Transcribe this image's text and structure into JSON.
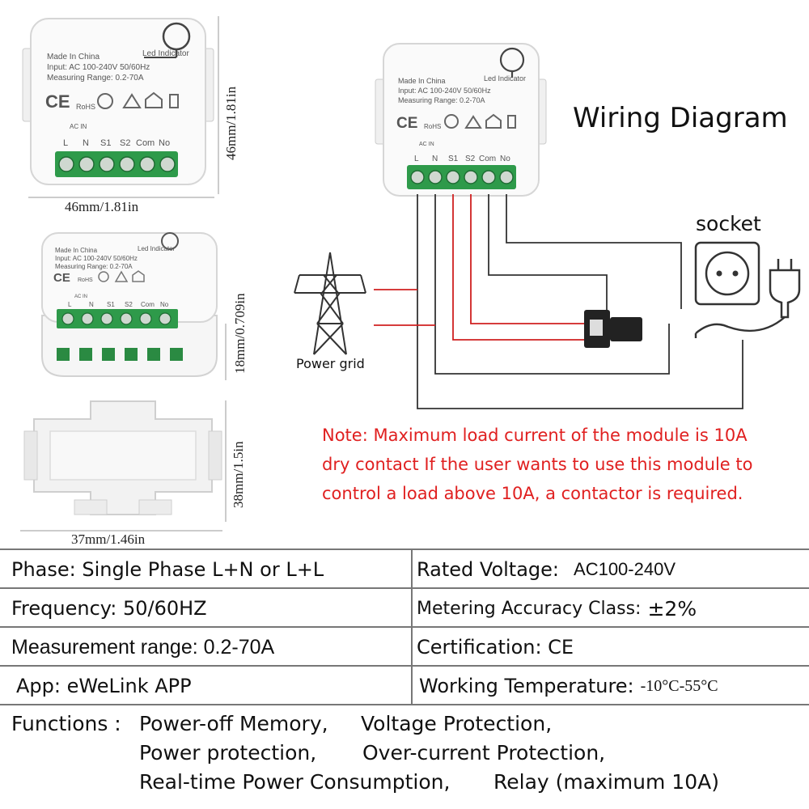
{
  "module_labels": {
    "made_in": "Made In China",
    "input": "Input: AC 100-240V 50/60Hz",
    "range": "Measuring Range: 0.2-70A",
    "led": "Led Indicator",
    "ac_in": "AC IN",
    "terminals": [
      "L",
      "N",
      "S1",
      "S2",
      "Com",
      "No"
    ],
    "cert_marks": [
      "CE",
      "RoHS"
    ]
  },
  "dimensions": {
    "width_top": "46mm/1.81in",
    "height_top": "46mm/1.81in",
    "depth_side": "18mm/0.709in",
    "bracket_height": "38mm/1.5in",
    "bracket_width": "37mm/1.46in"
  },
  "wiring": {
    "title": "Wiring Diagram",
    "socket_label": "socket",
    "grid_label": "Power grid",
    "line_color": "#333333",
    "ct_wire_color": "#d02020"
  },
  "note": {
    "lines": [
      "Note: Maximum load current of the module is 10A",
      "dry contact If the user wants to use this module to",
      "control a load above 10A, a contactor is required."
    ],
    "color": "#e02020"
  },
  "specs": [
    {
      "left_label": "Phase: Single Phase L+N or L+L",
      "right_label": "Rated Voltage:",
      "right_value": "AC100-240V"
    },
    {
      "left_label": "Frequency: 50/60HZ",
      "right_label": "Metering Accuracy Class:",
      "right_value": "±2%"
    },
    {
      "left_label": "Measurement range: 0.2-70A",
      "right_label": "Certification: CE",
      "right_value": ""
    },
    {
      "left_label": "App: eWeLink APP",
      "right_label": "Working Temperature:",
      "right_value": "-10°C-55°C"
    }
  ],
  "functions": {
    "label": "Functions :",
    "items": [
      "Power-off Memory,",
      "Voltage Protection,",
      "Power protection,",
      "Over-current Protection,",
      "Real-time Power Consumption,",
      "Relay (maximum 10A)"
    ]
  }
}
